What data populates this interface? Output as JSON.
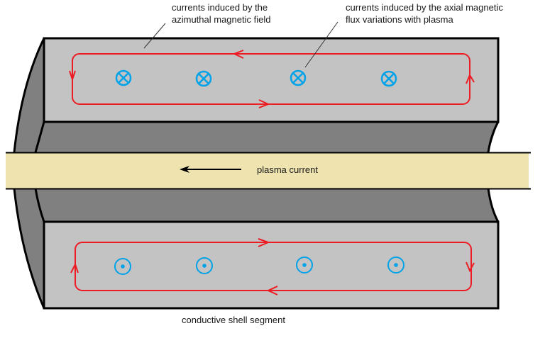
{
  "labels": {
    "azimuthal_line1": "currents induced by the",
    "azimuthal_line2": "azimuthal magnetic field",
    "axial_line1": "currents induced by the axial magnetic",
    "axial_line2": "flux variations with plasma",
    "plasma": "plasma current",
    "shell": "conductive shell segment"
  },
  "colors": {
    "shell_front": "#c3c3c3",
    "shell_side": "#808080",
    "plasma": "#efe4b0",
    "induced_current": "#ed1c24",
    "field_symbol": "#00a2e8",
    "outline": "#000000"
  },
  "symbols": {
    "upper_row": [
      "into-page",
      "into-page",
      "into-page",
      "into-page"
    ],
    "lower_row": [
      "out-of-page",
      "out-of-page",
      "out-of-page",
      "out-of-page"
    ]
  },
  "current_directions": {
    "upper_loop": "counterclockwise: left along top, down left side, right along bottom, up right side",
    "lower_loop": "clockwise: right along top, down right side, left along bottom, up left side",
    "plasma": "leftward"
  }
}
